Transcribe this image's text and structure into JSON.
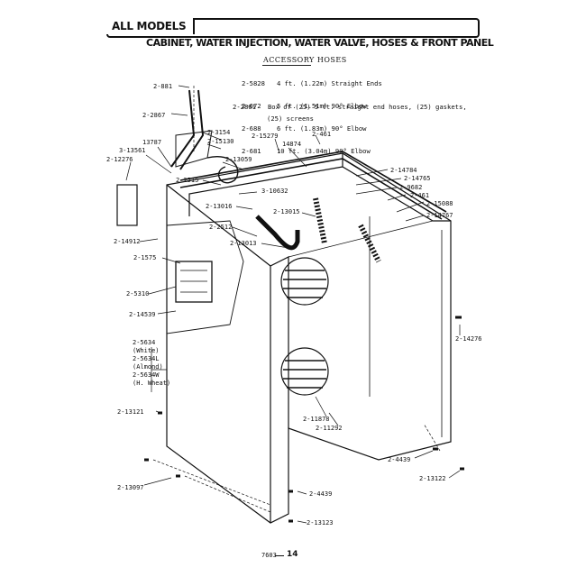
{
  "header": {
    "tab_label": "ALL MODELS",
    "subtitle": "CABINET, WATER INJECTION, WATER VALVE, HOSES & FRONT PANEL"
  },
  "accessory": {
    "title": "ACCESSORY HOSES",
    "rows": [
      {
        "part": "2-5828",
        "desc": "4 ft. (1.22m) Straight Ends"
      },
      {
        "part": "2-672",
        "desc": "5 ft. (1.51m) 90° Elbow"
      },
      {
        "part": "2-688",
        "desc": "6 ft. (1.83m) 90° Elbow"
      },
      {
        "part": "2-681",
        "desc": "10 ft. (3.04m) 90° Elbow"
      }
    ],
    "box_part": "2-2861",
    "box_desc": "Box of (25) 5 ft. straight end hoses, (25) gaskets,",
    "box_desc2": "(25) screens"
  },
  "callouts": {
    "c1": "2-881",
    "c2": "2-2867",
    "c3": "13787",
    "c4": "3-13561",
    "c5": "2-12276",
    "c6": "2-3154",
    "c7": "2-15130",
    "c8": "2-15279",
    "c9": "14874",
    "c10": "2-461",
    "c11": "2-13059",
    "c12": "2-2515",
    "c13": "3-10632",
    "c14": "2-13016",
    "c15": "2-13015",
    "c16": "2-2512",
    "c17": "2-13013",
    "c18": "2-14912",
    "c19": "2-1575",
    "c20": "2-5310",
    "c21": "2-14539",
    "c22": "2-14784",
    "c23": "2-14765",
    "c24": "2-9682",
    "c25": "2-461",
    "c26": "2-15088",
    "c27": "2-14767",
    "c28": "2-14276",
    "c29": "2-5634",
    "c29b": "(White)",
    "c29c": "2-5634L",
    "c29d": "(Almond)",
    "c29e": "2-5634W",
    "c29f": "(H. Wheat)",
    "c30": "2-13121",
    "c31": "2-11878",
    "c32": "2-11292",
    "c33": "2-4439",
    "c34": "2-13122",
    "c35": "2-13097",
    "c36": "2-4439",
    "c37": "2-13123"
  },
  "footer": {
    "code": "7603",
    "page": "14"
  }
}
